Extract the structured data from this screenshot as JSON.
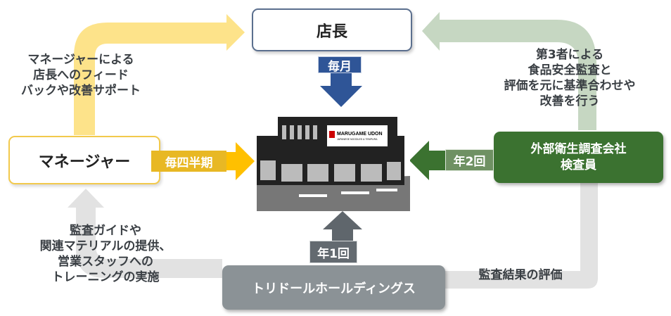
{
  "nodes": {
    "store_manager": "店長",
    "manager": "マネージャー",
    "inspector_line1": "外部衛生調査会社",
    "inspector_line2": "検査員",
    "holdings": "トリドールホールディングス"
  },
  "frequencies": {
    "monthly": "毎月",
    "quarterly": "毎四半期",
    "twice_yearly": "年2回",
    "yearly": "年1回"
  },
  "annotations": {
    "manager_feedback": [
      "マネージャーによる",
      "店長へのフィード",
      "バックや改善サポート"
    ],
    "third_party": [
      "第3者による",
      "食品安全監査と",
      "評価を元に基準合わせや",
      "改善を行う"
    ],
    "holdings_support": [
      "監査ガイドや",
      "関連マテリアルの提供、",
      "営業スタッフへの",
      "トレーニングの実施"
    ],
    "audit_evaluation": "監査結果の評価"
  },
  "store_sign": {
    "brand": "MARUGAME UDON",
    "sub": "JAPANESE NOODLES & TEMPURA"
  },
  "colors": {
    "yellow_arrow": "#fde38a",
    "yellow_accent": "#ffc000",
    "green": "#3b7230",
    "light_green": "#c6d7c2",
    "blue": "#2f5597",
    "gray_box": "#8b9296",
    "light_gray": "#e2e2e2"
  }
}
